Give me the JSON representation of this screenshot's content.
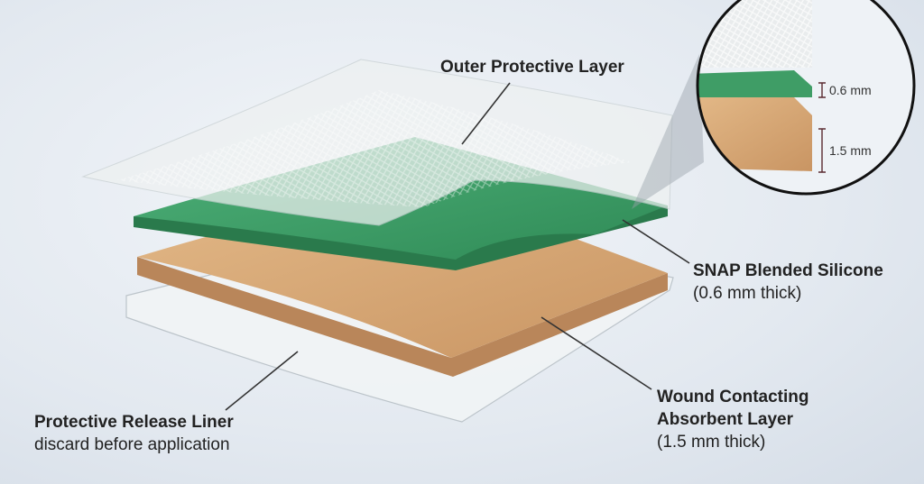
{
  "labels": {
    "outer": "Outer Protective Layer",
    "silicone_title": "SNAP Blended Silicone",
    "silicone_sub": "(0.6 mm thick)",
    "absorbent_title_1": "Wound Contacting",
    "absorbent_title_2": "Absorbent Layer",
    "absorbent_sub": "(1.5 mm thick)",
    "liner_title": "Protective Release Liner",
    "liner_sub": "discard before application"
  },
  "inset": {
    "silicone_thickness": "0.6 mm",
    "absorbent_thickness": "1.5 mm"
  },
  "colors": {
    "silicone": "#3fa36a",
    "absorbent": "#d9a877",
    "outer": "#e8ecec",
    "liner": "#eef2f4"
  }
}
